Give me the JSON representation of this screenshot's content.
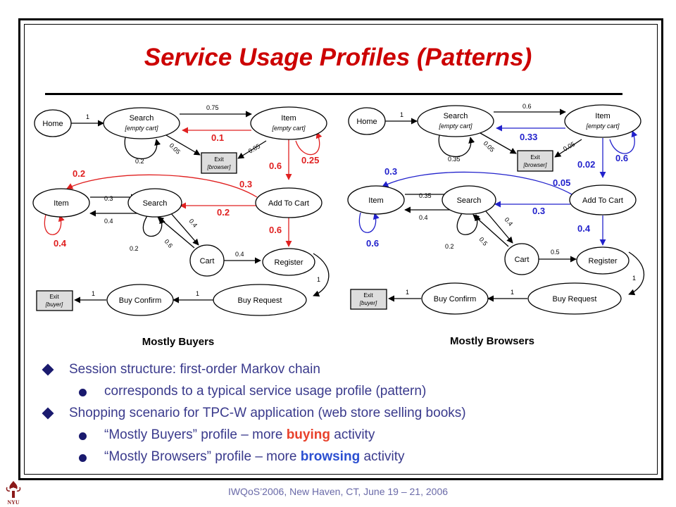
{
  "title": "Service Usage Profiles (Patterns)",
  "diagrams": {
    "left_caption": "Mostly Buyers",
    "right_caption": "Mostly Browsers",
    "nodes": {
      "home": "Home",
      "search": "Search",
      "item": "Item",
      "empty_cart": "[empty cart]",
      "exit": "Exit",
      "browser": "[browser]",
      "buyer": "[buyer]",
      "add_to_cart": "Add To Cart",
      "cart": "Cart",
      "register": "Register",
      "buy_confirm": "Buy Confirm",
      "buy_request": "Buy Request"
    },
    "left_edges": {
      "home_search": "1",
      "search_item": "0.75",
      "item_search": "0.1",
      "search_self": "0.2",
      "search_exit": "0.05",
      "item_exit": "0.05",
      "item_self": "0.25",
      "item_addtocart": "0.6",
      "addtocart_item": "0.2",
      "addtocart_search": "0.2",
      "search2_item": "0.3",
      "addtocart_register": "0.6",
      "item2_search": "0.3",
      "item2_search_back": "0.4",
      "item2_self": "0.4",
      "search2_cart": "0.4",
      "cart_search": "0.6",
      "search2_self": "0.2",
      "cart_register": "0.4",
      "register_buyrequest": "1",
      "buyrequest_buyconfirm": "1",
      "buyconfirm_exit": "1"
    },
    "right_edges": {
      "home_search": "1",
      "search_item": "0.6",
      "item_search": "0.33",
      "search_self": "0.35",
      "search_exit": "0.05",
      "item_exit": "0.05",
      "item_self": "0.6",
      "item_addtocart": "0.02",
      "addtocart_item": "0.3",
      "addtocart_search2": "0.05",
      "addtocart_search": "0.3",
      "addtocart_register": "0.4",
      "item2_search": "0.35",
      "item2_search_back": "0.4",
      "item2_self": "0.6",
      "search2_cart": "0.4",
      "cart_search": "0.5",
      "search2_self": "0.2",
      "cart_register": "0.5",
      "register_buyrequest": "1",
      "buyrequest_buyconfirm": "1",
      "buyconfirm_exit": "1"
    }
  },
  "bullets": {
    "b1": "Session structure: first-order Markov chain",
    "b1a": "corresponds to a typical service usage profile (pattern)",
    "b2": "Shopping scenario for TPC-W application (web store selling books)",
    "b2a_pre": "“Mostly Buyers” profile – more ",
    "b2a_hl": "buying",
    "b2a_post": " activity",
    "b2b_pre": "“Mostly Browsers” profile – more ",
    "b2b_hl": "browsing",
    "b2b_post": " activity"
  },
  "footer": "IWQoS’2006, New Haven, CT, June 19 – 21, 2006",
  "logo": "NYU",
  "colors": {
    "title": "#cc0000",
    "red_edge": "#e02020",
    "blue_edge": "#2222cc",
    "bullet_text": "#3a3a8c"
  }
}
